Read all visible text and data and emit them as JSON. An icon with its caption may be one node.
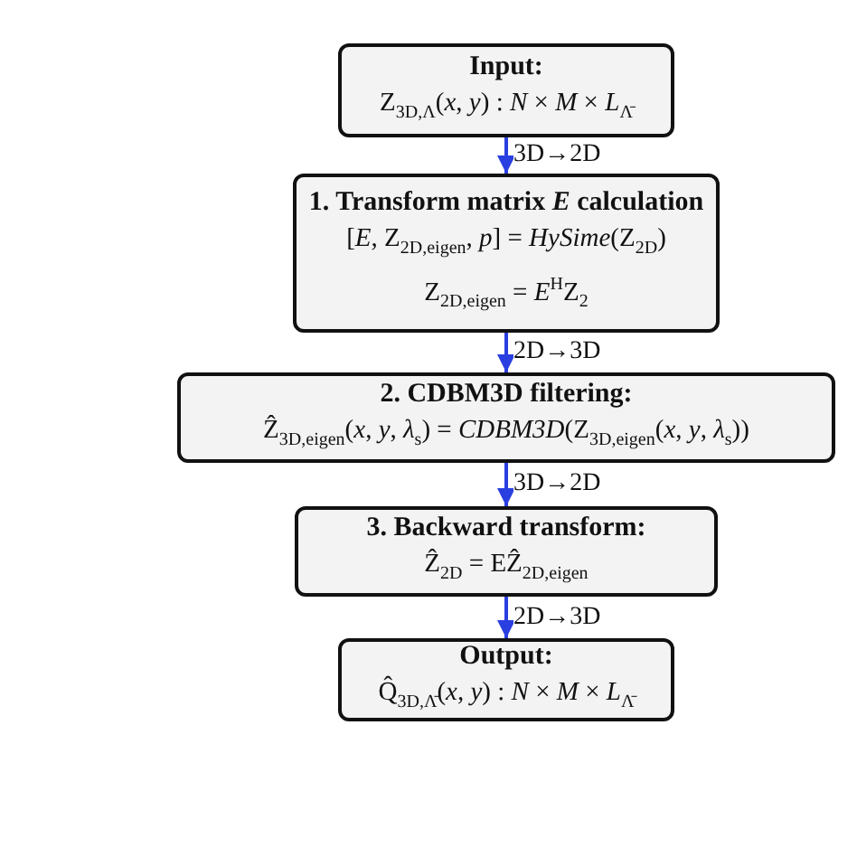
{
  "diagram": {
    "nodes": [
      {
        "text": [
          "Input:",
          "Z$_{3D,Λ}$(*x*, *y*) : *N* × *M* × *L*$_{Λ̄}$"
        ]
      },
      {
        "text": [
          "1. Transform matrix *E* calculation",
          "[*E*, Z$_{2D,eigen}$, *p*] = *HySime*(Z$_{2D}$)",
          "Z$_{2D,eigen}$ = *E*$^{H}$Z$_{2}$"
        ]
      },
      {
        "text": [
          "2. CDBM3D filtering:",
          "Ẑ$_{3D,eigen}$(*x*, *y*, *λ*$_{s}$) = *CDBM3D*(Z$_{3D,eigen}$(*x*, *y*, *λ*$_{s}$))"
        ]
      },
      {
        "text": [
          "3. Backward transform:",
          "Ẑ$_{2D}$ = EẐ$_{2D,eigen}$"
        ]
      },
      {
        "text": [
          "Output:",
          "Q̂$_{3D,Λ̄}$(*x*, *y*) : *N* × *M* × *L*$_{Λ̄}$"
        ]
      }
    ],
    "edges": [
      {
        "from": 0,
        "to": 1,
        "arrow": "to",
        "label": "3D→2D"
      },
      {
        "from": 1,
        "to": 2,
        "arrow": "to",
        "label": "2D→3D"
      },
      {
        "from": 2,
        "to": 3,
        "arrow": "to",
        "label": "3D→2D"
      },
      {
        "from": 3,
        "to": 4,
        "arrow": "to",
        "label": "2D→3D"
      }
    ]
  }
}
